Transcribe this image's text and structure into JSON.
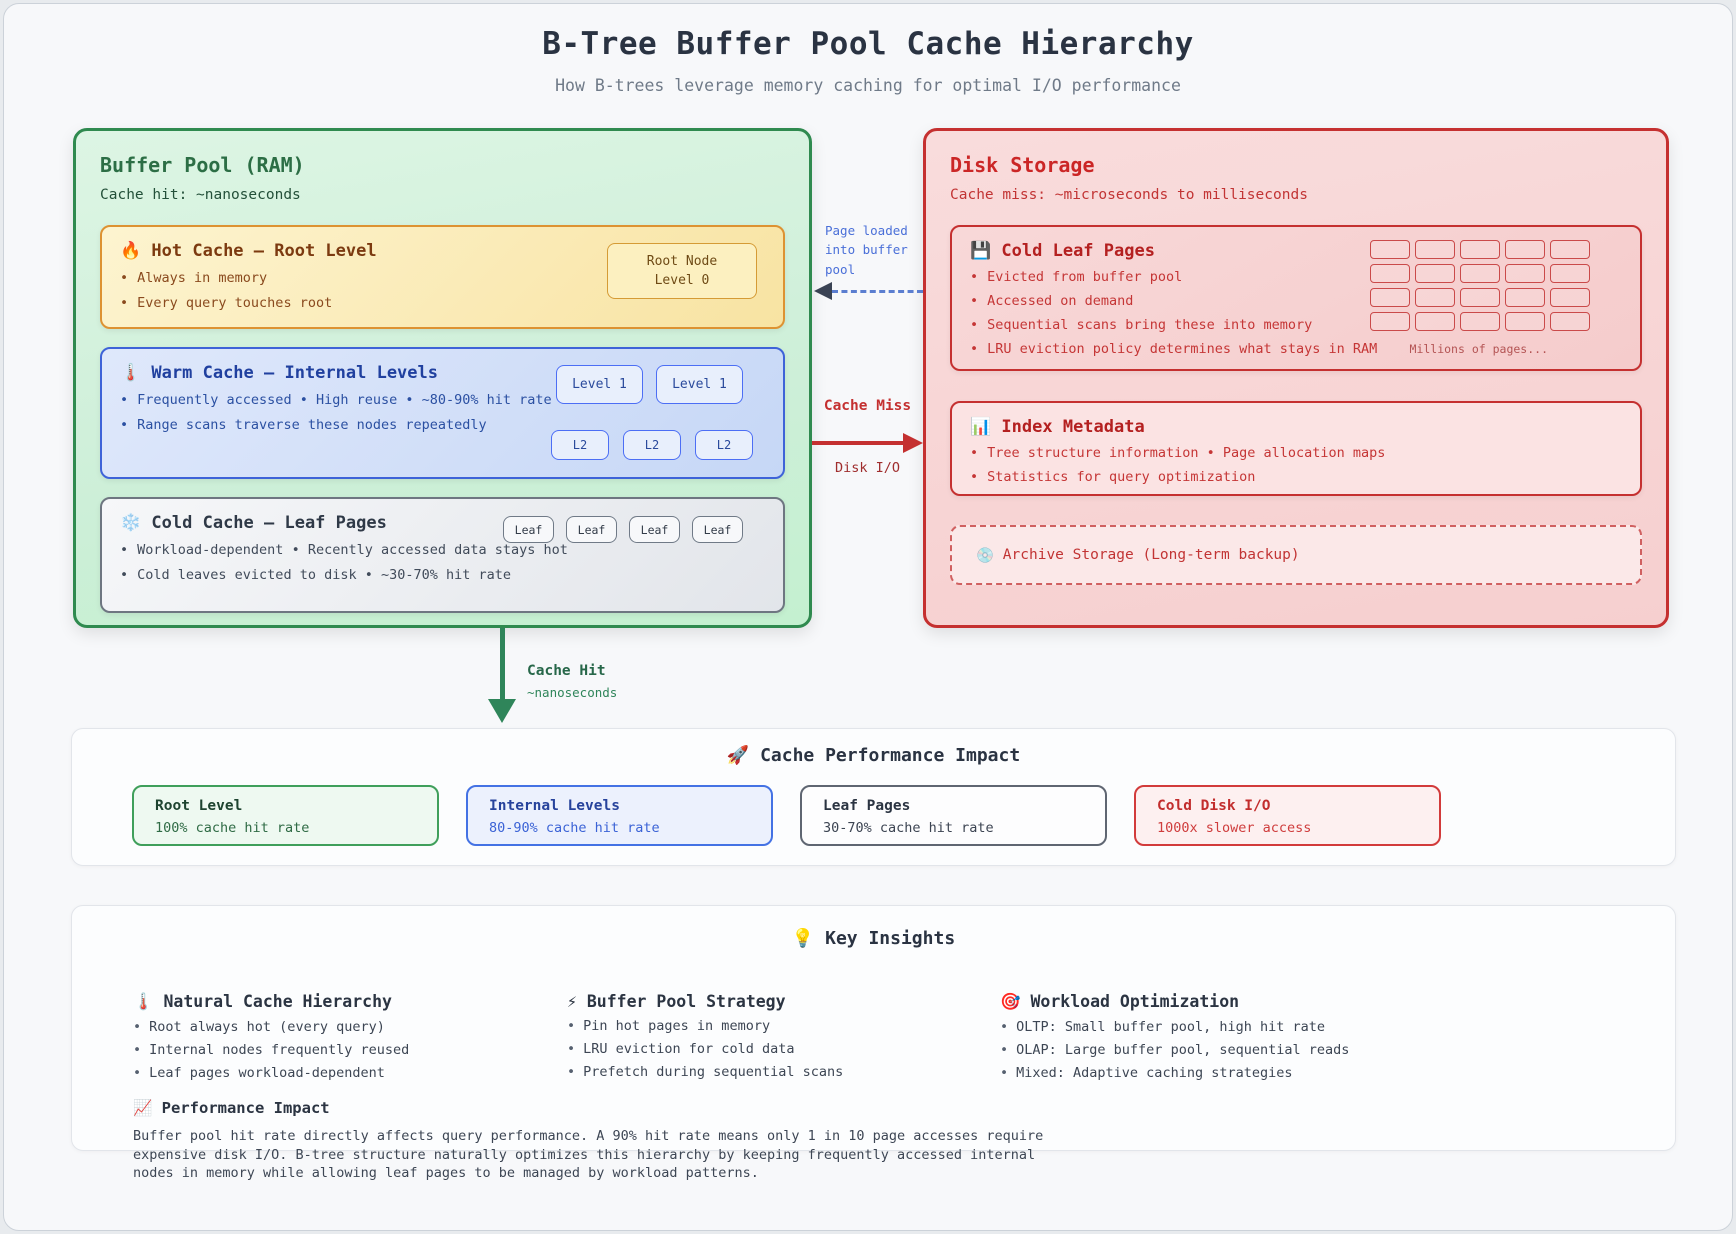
{
  "colors": {
    "ram_green": "#2f8a4f",
    "disk_red": "#c53030",
    "hot_orange": "#dd9232",
    "warm_blue": "#3e63d8",
    "cold_gray": "#6e7681",
    "arrow_blue": "#5b7ed0",
    "arrow_green": "#2f855a"
  },
  "header": {
    "title": "B-Tree Buffer Pool Cache Hierarchy",
    "subtitle": "How B-trees leverage memory caching for optimal I/O performance"
  },
  "buffer_pool": {
    "title": "Buffer Pool (RAM)",
    "subtitle": "Cache hit: ~nanoseconds",
    "hot": {
      "icon": "🔥",
      "title": "Hot Cache – Root Level",
      "bullets": [
        "Always in memory",
        "Every query touches root"
      ],
      "node_line1": "Root Node",
      "node_line2": "Level 0"
    },
    "warm": {
      "icon": "🌡️",
      "title": "Warm Cache – Internal Levels",
      "bullets": [
        "Frequently accessed • High reuse • ~80-90% hit rate",
        "Range scans traverse these nodes repeatedly"
      ],
      "level1_chips": [
        "Level 1",
        "Level 1"
      ],
      "level2_chips": [
        "L2",
        "L2",
        "L2"
      ]
    },
    "cold": {
      "icon": "❄️",
      "title": "Cold Cache – Leaf Pages",
      "bullets": [
        "Workload-dependent • Recently accessed data stays hot",
        "Cold leaves evicted to disk • ~30-70% hit rate"
      ],
      "leaf_chips": [
        "Leaf",
        "Leaf",
        "Leaf",
        "Leaf"
      ]
    }
  },
  "disk_storage": {
    "title": "Disk Storage",
    "subtitle": "Cache miss: ~microseconds to milliseconds",
    "cold_leaf_pages": {
      "icon": "💾",
      "title": "Cold Leaf Pages",
      "bullets": [
        "Evicted from buffer pool",
        "Accessed on demand",
        "Sequential scans bring these into memory",
        "LRU eviction policy determines what stays in RAM"
      ],
      "note": "Millions of pages..."
    },
    "index_metadata": {
      "icon": "📊",
      "title": "Index Metadata",
      "bullets": [
        "Tree structure information • Page allocation maps",
        "Statistics for query optimization"
      ]
    },
    "archive": {
      "icon": "💿",
      "label": "Archive Storage (Long-term backup)"
    }
  },
  "arrows": {
    "page_load": {
      "label": "Page loaded into buffer pool"
    },
    "cache_miss": {
      "label": "Cache Miss",
      "sublabel": "Disk I/O"
    },
    "cache_hit": {
      "label": "Cache Hit",
      "sublabel": "~nanoseconds"
    }
  },
  "performance": {
    "icon": "🚀",
    "title": "Cache Performance Impact",
    "cards": [
      {
        "title": "Root Level",
        "value": "100% cache hit rate"
      },
      {
        "title": "Internal Levels",
        "value": "80-90% cache hit rate"
      },
      {
        "title": "Leaf Pages",
        "value": "30-70% cache hit rate"
      },
      {
        "title": "Cold Disk I/O",
        "value": "1000x slower access"
      }
    ]
  },
  "insights": {
    "icon": "💡",
    "title": "Key Insights",
    "columns": [
      {
        "icon": "🌡️",
        "title": "Natural Cache Hierarchy",
        "bullets": [
          "Root always hot (every query)",
          "Internal nodes frequently reused",
          "Leaf pages workload-dependent"
        ]
      },
      {
        "icon": "⚡",
        "title": "Buffer Pool Strategy",
        "bullets": [
          "Pin hot pages in memory",
          "LRU eviction for cold data",
          "Prefetch during sequential scans"
        ]
      },
      {
        "icon": "🎯",
        "title": "Workload Optimization",
        "bullets": [
          "OLTP: Small buffer pool, high hit rate",
          "OLAP: Large buffer pool, sequential reads",
          "Mixed: Adaptive caching strategies"
        ]
      }
    ],
    "impact": {
      "icon": "📈",
      "title": "Performance Impact",
      "text": "Buffer pool hit rate directly affects query performance. A 90% hit rate means only 1 in 10 page accesses require expensive disk I/O. B-tree structure naturally optimizes this hierarchy by keeping frequently accessed internal nodes in memory while allowing leaf pages to be managed by workload patterns."
    }
  }
}
